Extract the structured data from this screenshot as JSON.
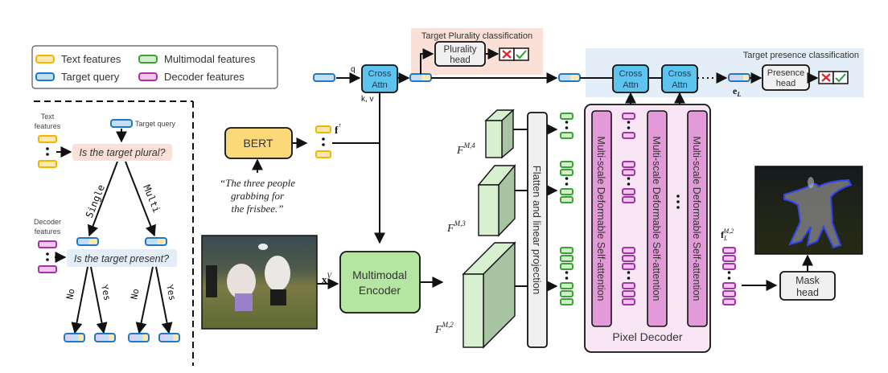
{
  "legend": {
    "items": [
      {
        "label": "Text features",
        "color": "#f5b400"
      },
      {
        "label": "Multimodal features",
        "color": "#3aa335"
      },
      {
        "label": "Target query",
        "color": "#1f78c8"
      },
      {
        "label": "Decoder features",
        "color": "#a334a8"
      }
    ]
  },
  "decision_tree": {
    "text_features_label": [
      "Text",
      "features"
    ],
    "target_query_label": "Target query",
    "plural_question": "Is the target plural?",
    "branch_single": "Single",
    "branch_multi": "Multi",
    "decoder_features_label": [
      "Decoder",
      "features"
    ],
    "present_question": "Is the target present?",
    "branch_no": "No",
    "branch_yes": "Yes"
  },
  "plurality": {
    "section_title": "Target Plurality classification",
    "head_label": [
      "Plurality",
      "head"
    ]
  },
  "presence": {
    "section_title": "Target presence classification",
    "head_label": [
      "Presence",
      "head"
    ],
    "output_symbol": "e",
    "output_subscript": "L"
  },
  "cross_attn": {
    "label": [
      "Cross",
      "Attn"
    ],
    "q_label": "q",
    "kv_label": "k, v"
  },
  "bert": {
    "label": "BERT",
    "caption": [
      "“The three people",
      "grabbing for",
      "the frisbee.”"
    ],
    "feature_symbol": "f",
    "feature_superscript": "ᵀ"
  },
  "encoder": {
    "label": [
      "Multimodal",
      "Encoder"
    ],
    "input_symbol": "x",
    "input_superscript": "V"
  },
  "feature_maps": [
    {
      "label": "F",
      "superscript": "M,4"
    },
    {
      "label": "F",
      "superscript": "M,3"
    },
    {
      "label": "F",
      "superscript": "M,2"
    }
  ],
  "projection": {
    "label": "Flatten and linear projection"
  },
  "pixel_decoder": {
    "label": "Pixel Decoder",
    "block_label": "Multi-scale Deformable Self-attention",
    "output_symbol": "f",
    "output_subscript": "L",
    "output_superscript": "M,2"
  },
  "mask_head": {
    "label": [
      "Mask",
      "head"
    ]
  },
  "colors": {
    "text_fill": "#fde8b0",
    "text_stroke": "#f5b400",
    "query_fill": "#c5ddf2",
    "query_stroke": "#1f78c8",
    "mm_fill": "#d4eecb",
    "mm_stroke": "#3aa335",
    "dec_fill": "#f1c6ea",
    "dec_stroke": "#a334a8",
    "cross_attn_fill": "#5cc4ee",
    "plurality_bg": "#fbe0d8",
    "presence_bg": "#e4eef8",
    "pixel_decoder_bg": "#f8e6f5",
    "msda_fill": "#e29ad8",
    "bert_fill": "#fcd978",
    "encoder_fill": "#b4e6a2",
    "head_fill": "#f0f0f0"
  }
}
